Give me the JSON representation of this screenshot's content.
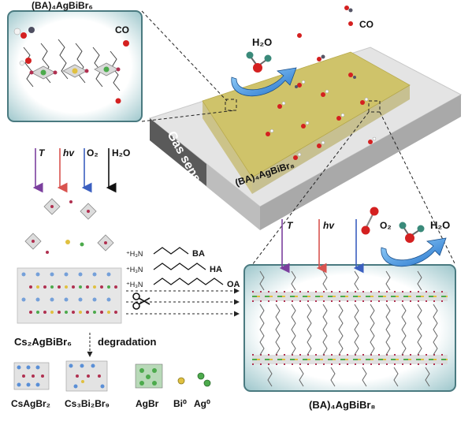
{
  "inset_top": {
    "title": "(BA)₄AgBiBr₆",
    "co_label": "CO"
  },
  "device": {
    "sensor_label": "Gas sensor",
    "film_label": "(BA)₄AgBiBr₈",
    "h2o_label": "H₂O",
    "co_label": "CO"
  },
  "stimuli": {
    "t": "T",
    "hv": "hv",
    "o2": "O₂",
    "h2o": "H₂O"
  },
  "ligands": [
    {
      "prefix": "⁺H₃N",
      "name": "BA"
    },
    {
      "prefix": "⁺H₃N",
      "name": "HA"
    },
    {
      "prefix": "⁺H₃N",
      "name": "OA"
    }
  ],
  "precursor": {
    "label": "Cs₂AgBiBr₆",
    "process": "degradation"
  },
  "products": [
    "CsAgBr₂",
    "Cs₃Bi₂Br₉",
    "AgBr",
    "Bi⁰",
    "Ag⁰"
  ],
  "inset_bottom": {
    "title": "(BA)₄AgBiBr₈",
    "t": "T",
    "hv": "hv",
    "o2": "O₂",
    "h2o": "H₂O"
  },
  "colors": {
    "film": "#cfc36a",
    "t_arrow": "#7b3f9e",
    "hv_arrow": "#d9534f",
    "o2_arrow": "#3b5fc0",
    "h2o_arrow": "#111111",
    "inset_border": "#4a7a80"
  }
}
